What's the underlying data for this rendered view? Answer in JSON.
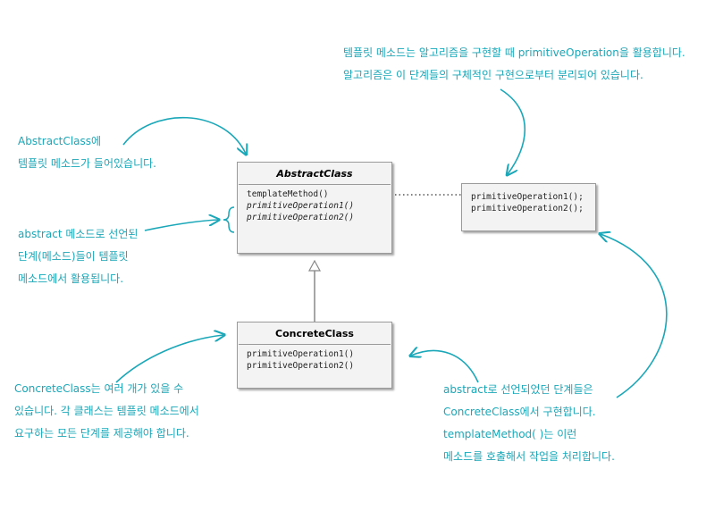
{
  "notes": {
    "top_right": [
      "템플릿 메소드는 알고리즘을 구현할 때 primitiveOperation을 활용합니다.",
      "알고리즘은 이 단계들의 구체적인 구현으로부터 분리되어 있습니다."
    ],
    "abstract_class": [
      "AbstractClass에",
      "템플릿 메소드가 들어있습니다."
    ],
    "abstract_methods": [
      "abstract 메소드로 선언된",
      "단계(메소드)들이 템플릿",
      "메소드에서 활용됩니다."
    ],
    "concrete_class": [
      "ConcreteClass는 여러 개가 있을 수",
      "있습니다. 각 클래스는 템플릿 메소드에서",
      "요구하는 모든 단계를 제공해야 합니다."
    ],
    "bottom_right": [
      "abstract로 선언되었던 단계들은",
      "ConcreteClass에서 구현합니다.",
      "templateMethod( )는 이런",
      "메소드를 호출해서 작업을 처리합니다."
    ]
  },
  "abstract_class": {
    "name": "AbstractClass",
    "operations": [
      "templateMethod()",
      "primitiveOperation1()",
      "primitiveOperation2()"
    ]
  },
  "operations_box": {
    "operations": [
      "primitiveOperation1();",
      "primitiveOperation2();"
    ]
  },
  "concrete_class": {
    "name": "ConcreteClass",
    "operations": [
      "primitiveOperation1()",
      "primitiveOperation2()"
    ]
  },
  "colors": {
    "annotation": "#1aa7b8",
    "box_fill": "#f3f3f3",
    "box_border": "#9a9a9a"
  }
}
